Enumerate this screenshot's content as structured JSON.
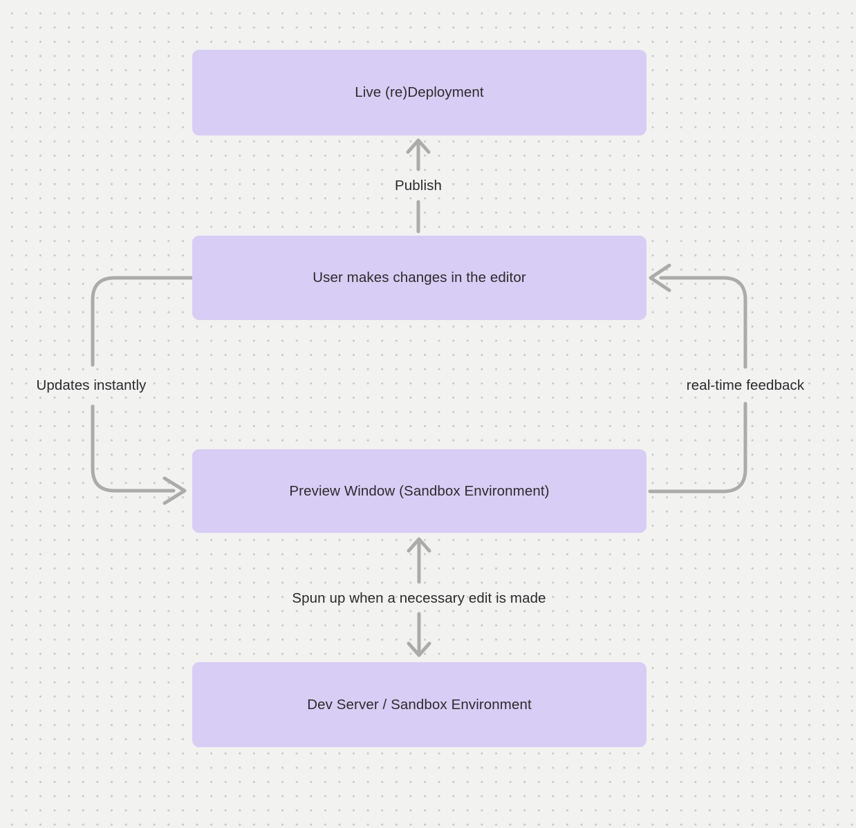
{
  "theme": {
    "bg_color": "#f2f2f1",
    "dot_color": "#c9c9c9",
    "node_fill": "#d8cdf4",
    "arrow_color": "#ababab",
    "text_color": "#2b2b2e"
  },
  "diagram": {
    "nodes": [
      {
        "id": "live-redeployment",
        "label": "Live (re)Deployment"
      },
      {
        "id": "user-editor",
        "label": "User makes changes in the editor"
      },
      {
        "id": "preview-window",
        "label": "Preview Window (Sandbox Environment)"
      },
      {
        "id": "dev-server",
        "label": "Dev Server / Sandbox Environment"
      }
    ],
    "edges": [
      {
        "id": "publish",
        "label": "Publish",
        "from": "user-editor",
        "to": "live-redeployment",
        "direction": "up"
      },
      {
        "id": "updates-instantly",
        "label": "Updates instantly",
        "from": "user-editor",
        "to": "preview-window",
        "direction": "left-loop-down"
      },
      {
        "id": "real-time-feedback",
        "label": "real-time feedback",
        "from": "preview-window",
        "to": "user-editor",
        "direction": "right-loop-up"
      },
      {
        "id": "spun-up",
        "label": "Spun up when a necessary edit is made",
        "from": "dev-server",
        "to": "preview-window",
        "direction": "bidirectional"
      }
    ]
  }
}
